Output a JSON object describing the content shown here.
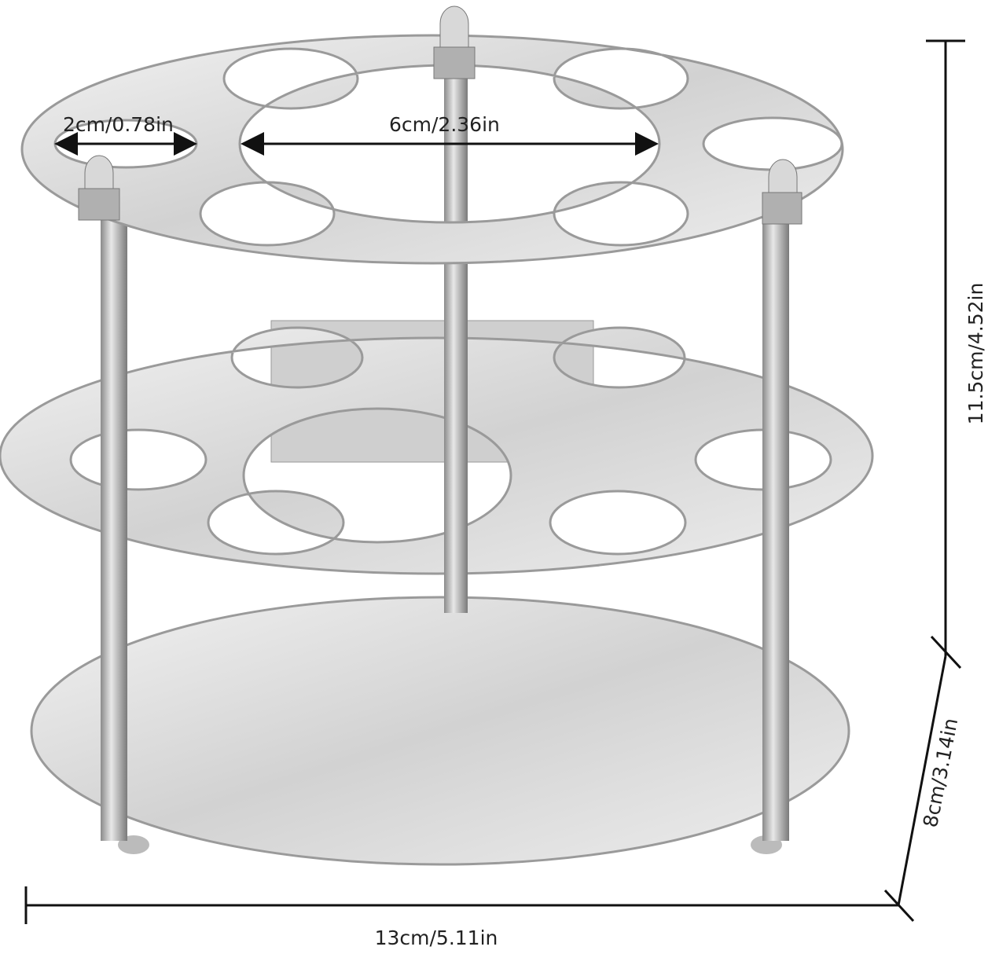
{
  "dimensions": {
    "hole_diameter": "2cm/0.78in",
    "center_hole_diameter": "6cm/2.36in",
    "height": "11.5cm/4.52in",
    "depth": "8cm/3.14in",
    "width": "13cm/5.11in"
  },
  "colors": {
    "steel_light": "#e6e6e6",
    "steel_mid": "#c4c4c4",
    "steel_dark": "#8f8f8f",
    "line": "#111111"
  }
}
